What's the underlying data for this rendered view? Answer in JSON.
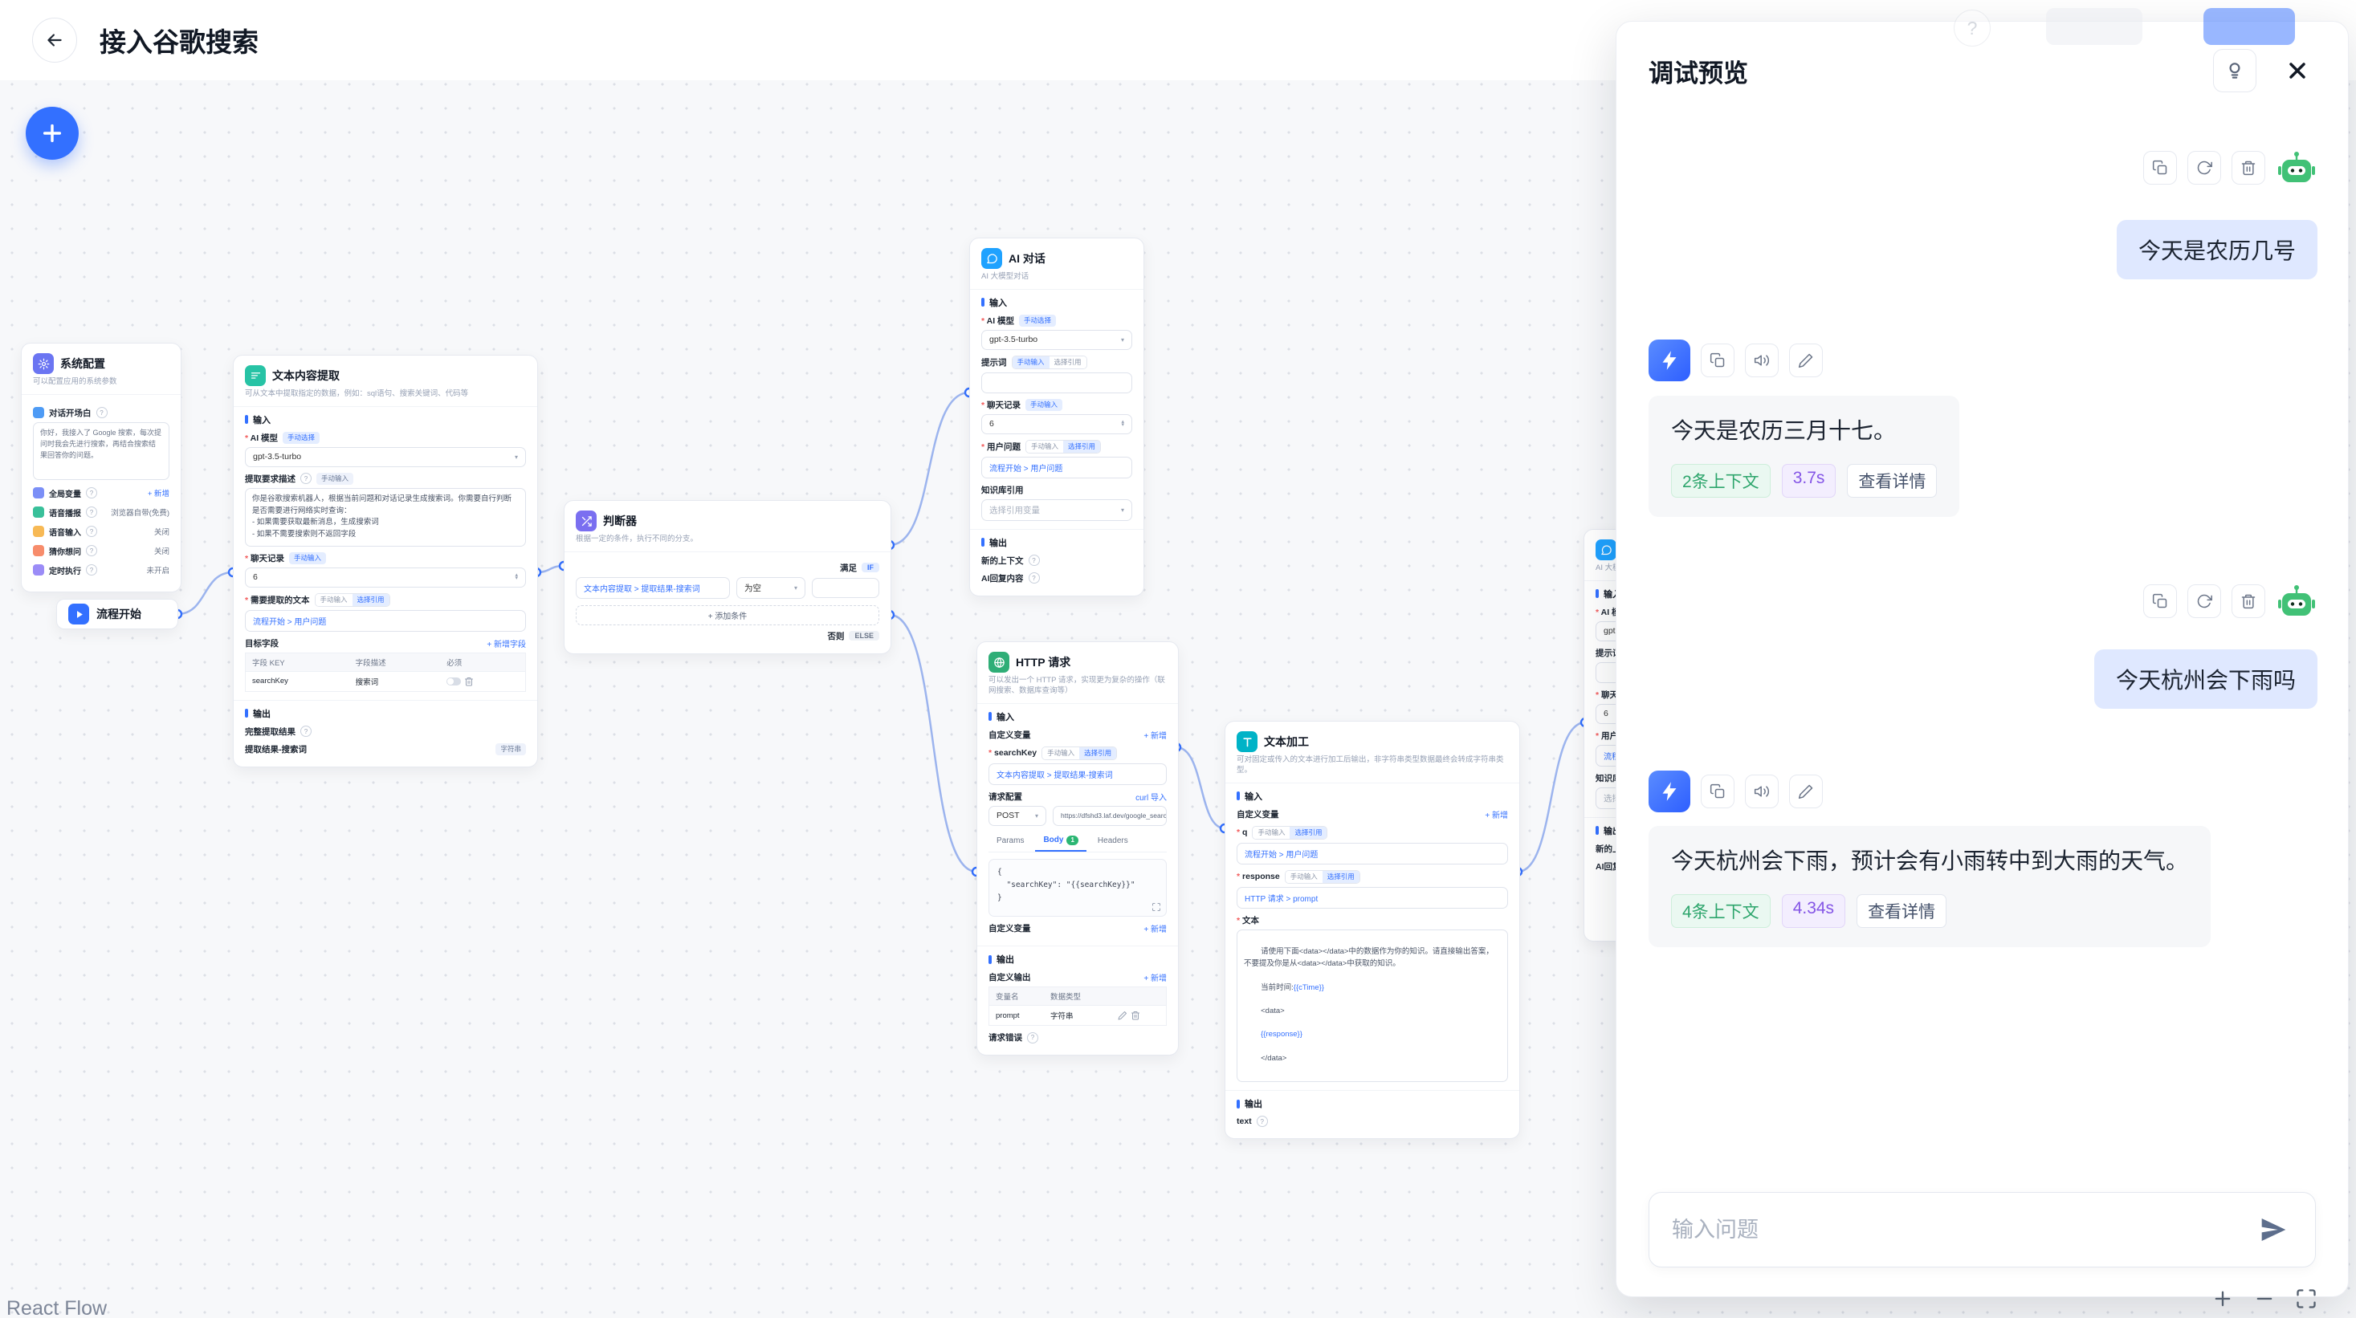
{
  "header": {
    "title": "接入谷歌搜索",
    "help": "?"
  },
  "attribution": "React Flow",
  "nodes": {
    "system": {
      "title": "系统配置",
      "subtitle": "可以配置应用的系统参数",
      "welcome_label": "对话开场白",
      "welcome_text": "你好，我接入了 Google 搜索，每次提问时我会先进行搜索，再结合搜索结果回答你的问题。",
      "rows": [
        {
          "label": "全局变量",
          "value": "+ 新增"
        },
        {
          "label": "语音播报",
          "value": "浏览器自带(免费)"
        },
        {
          "label": "语音输入",
          "value": "关闭"
        },
        {
          "label": "猜你想问",
          "value": "关闭"
        },
        {
          "label": "定时执行",
          "value": "未开启"
        }
      ]
    },
    "flowStart": {
      "title": "流程开始"
    },
    "extract": {
      "title": "文本内容提取",
      "subtitle": "可从文本中提取指定的数据，例如：sql语句、搜索关键词、代码等",
      "sec_in": "输入",
      "sec_out": "输出",
      "model_label": "AI 模型",
      "model_badge": "手动选择",
      "model_value": "gpt-3.5-turbo",
      "desc_label": "提取要求描述",
      "desc_badge": "手动输入",
      "desc_text": "你是谷歌搜索机器人，根据当前问题和对话记录生成搜索词。你需要自行判断是否需要进行网络实时查询：\n- 如果需要获取最新消息，生成搜索词\n- 如果不需要搜索则不返回字段",
      "history_label": "聊天记录",
      "history_badge": "手动输入",
      "history_value": "6",
      "target_label": "需要提取的文本",
      "toggle_a": "手动输入",
      "toggle_b": "选择引用",
      "target_chip": "流程开始 > 用户问题",
      "fields_label": "目标字段",
      "fields_add": "+ 新增字段",
      "th_key": "字段 KEY",
      "th_desc": "字段描述",
      "th_req": "必须",
      "row_key": "searchKey",
      "row_desc": "搜索词",
      "out1": "完整提取结果",
      "out2": "提取结果-搜索词",
      "out_tag": "字符串"
    },
    "condition": {
      "title": "判断器",
      "subtitle": "根据一定的条件，执行不同的分支。",
      "if_prefix": "满足",
      "if_tag": "IF",
      "chip": "文本内容提取 > 提取结果-搜索词",
      "op": "为空",
      "add": "+ 添加条件",
      "else_prefix": "否则",
      "else_tag": "ELSE"
    },
    "ai": {
      "title": "AI 对话",
      "subtitle": "AI 大模型对话",
      "sec_in": "输入",
      "sec_out": "输出",
      "model_label": "AI 模型",
      "model_badge": "手动选择",
      "model_value": "gpt-3.5-turbo",
      "prompt_label": "提示词",
      "toggle_a": "手动输入",
      "toggle_b": "选择引用",
      "history_label": "聊天记录",
      "history_badge": "手动输入",
      "history_value": "6",
      "question_label": "用户问题",
      "question_chip": "流程开始 > 用户问题",
      "kb_label": "知识库引用",
      "kb_placeholder": "选择引用变量",
      "out1": "新的上下文",
      "out2": "AI回复内容"
    },
    "http": {
      "title": "HTTP 请求",
      "subtitle": "可以发出一个 HTTP 请求，实现更为复杂的操作（联网搜索、数据库查询等）",
      "sec_in": "输入",
      "sec_out": "输出",
      "custom_label": "自定义变量",
      "add": "+ 新增",
      "var_name": "searchKey",
      "toggle_a": "手动输入",
      "toggle_b": "选择引用",
      "var_chip": "文本内容提取 > 提取结果-搜索词",
      "req_label": "请求配置",
      "curl": "curl 导入",
      "method": "POST",
      "url": "https://dfshd3.laf.dev/google_search",
      "tab_params": "Params",
      "tab_body": "Body",
      "tab_body_count": "1",
      "tab_headers": "Headers",
      "code1": "{",
      "code2": "  \"searchKey\": \"{{searchKey}}\"",
      "code3": "}",
      "out_label": "自定义输出",
      "th_name": "变量名",
      "th_type": "数据类型",
      "row_name": "prompt",
      "row_type": "字符串",
      "error_label": "请求错误"
    },
    "textProcess": {
      "title": "文本加工",
      "subtitle": "可对固定或传入的文本进行加工后输出，非字符串类型数据最终会转成字符串类型。",
      "sec_in": "输入",
      "sec_out": "输出",
      "custom_label": "自定义变量",
      "add": "+ 新增",
      "var1": "q",
      "var1_chip": "流程开始 > 用户问题",
      "var2": "response",
      "var2_chip": "HTTP 请求 > prompt",
      "toggle_a": "手动输入",
      "toggle_b": "选择引用",
      "text_label": "文本",
      "p1": "请使用下面<data></data>中的数据作为你的知识。请直接输出答案，不要提及你是从<data></data>中获取的知识。",
      "p2a": "当前时间:",
      "p2b": "{{cTime}}",
      "p3": "<data>",
      "p4": "{{response}}",
      "p5": "</data>",
      "out1": "text"
    }
  },
  "panel": {
    "title": "调试预览",
    "messages": {
      "u1": "今天是农历几号",
      "a1": "今天是农历三月十七。",
      "a1_ctx": "2条上下文",
      "a1_time": "3.7s",
      "a1_detail": "查看详情",
      "u2": "今天杭州会下雨吗",
      "a2": "今天杭州会下雨，预计会有小雨转中到大雨的天气。",
      "a2_ctx": "4条上下文",
      "a2_time": "4.34s",
      "a2_detail": "查看详情"
    },
    "input_placeholder": "输入问题"
  }
}
